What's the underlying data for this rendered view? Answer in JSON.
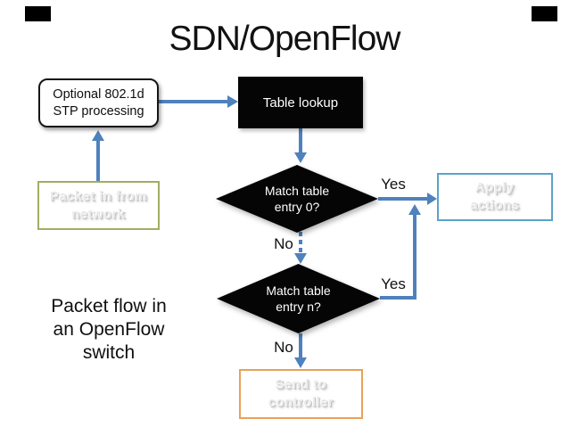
{
  "page": {
    "title": "SDN/OpenFlow"
  },
  "nodes": {
    "optional_stp": {
      "line1": "Optional 802.1d",
      "line2": "STP processing"
    },
    "table_lookup": {
      "label": "Table lookup"
    },
    "packet_in": {
      "line1": "Packet in from",
      "line2": "network"
    },
    "match_entry0": {
      "line1": "Match table",
      "line2": "entry 0?"
    },
    "match_entry_n": {
      "line1": "Match table",
      "line2": "entry n?"
    },
    "apply_actions": {
      "line1": "Apply",
      "line2": "actions"
    },
    "send_controller": {
      "line1": "Send to",
      "line2": "controller"
    }
  },
  "edge_labels": {
    "yes_entry0": "Yes",
    "no_entry0": "No",
    "yes_entry_n": "Yes",
    "no_entry_n": "No"
  },
  "caption": {
    "line1": "Packet flow in",
    "line2": "an OpenFlow",
    "line3": "switch"
  },
  "colors": {
    "arrow_blue": "#4F81BD",
    "node_black": "#050505",
    "packet_in_border": "#9fae62",
    "apply_actions_border": "#5ba3c9",
    "send_controller_border": "#e9a257"
  }
}
